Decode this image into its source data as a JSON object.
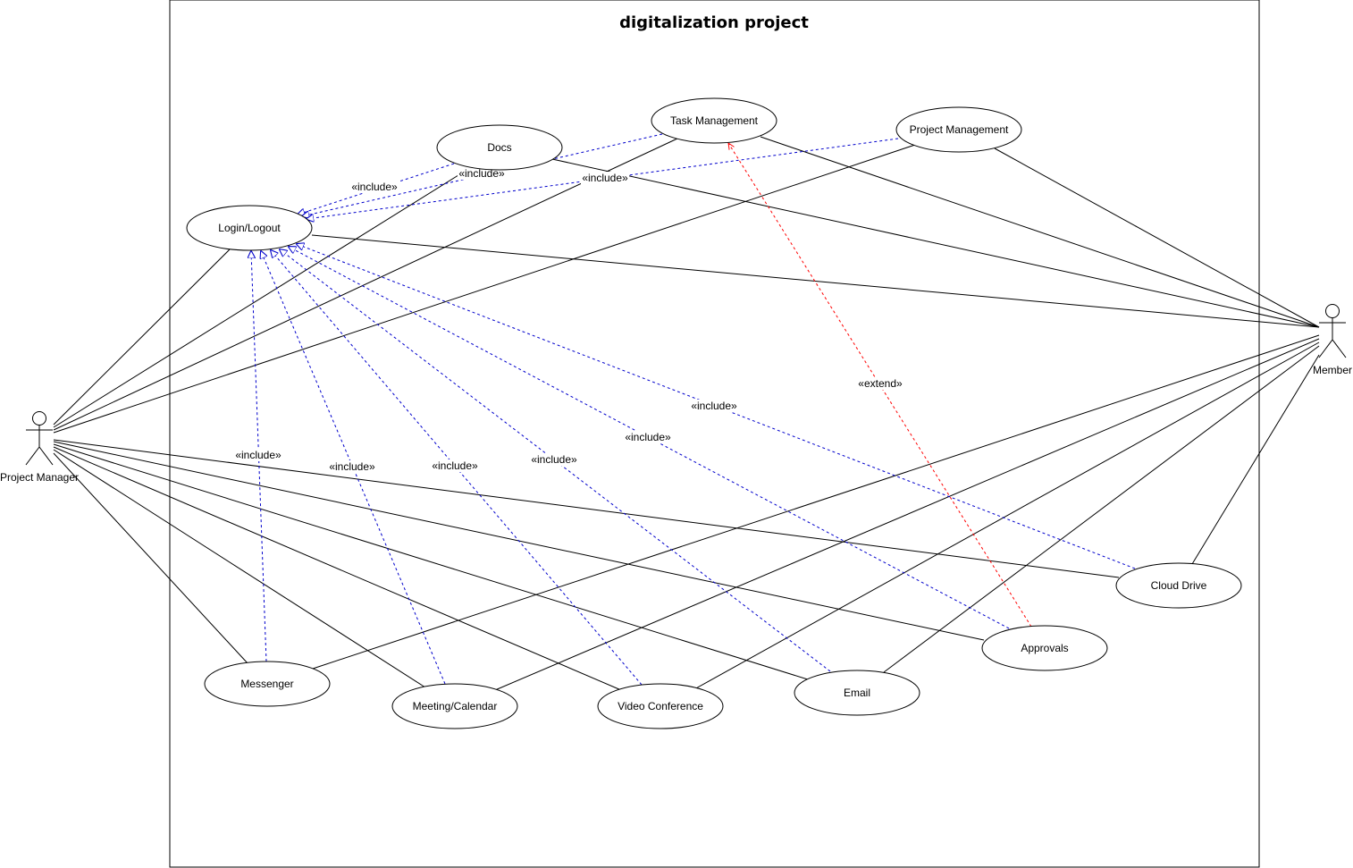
{
  "system": {
    "title": "digitalization project"
  },
  "actors": {
    "pm": "Project Manager",
    "member": "Member"
  },
  "use_cases": {
    "login": "Login/Logout",
    "docs": "Docs",
    "task": "Task Management",
    "project": "Project Management",
    "messenger": "Messenger",
    "meeting": "Meeting/Calendar",
    "video": "Video Conference",
    "email": "Email",
    "approvals": "Approvals",
    "cloud": "Cloud Drive"
  },
  "relations": {
    "include": "«include»",
    "extend": "«extend»"
  },
  "colors": {
    "include": "#0000cc",
    "extend": "#ff0000",
    "association": "#000000"
  }
}
